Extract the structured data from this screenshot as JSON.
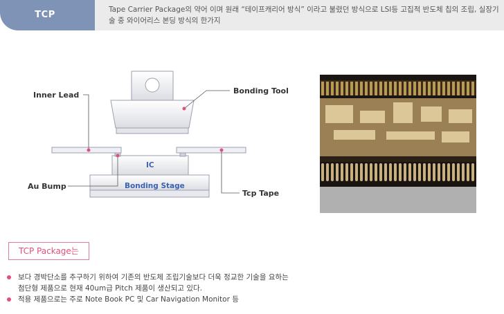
{
  "header": {
    "tab_label": "TCP",
    "description": "Tape Carrier Package의 약어 이며 원래 “테이프캐리어 방식” 이라고 불렸던 방식으로 LSI등 고집적 반도체 칩의 조립, 실장기술 중 와이어리스 본딩 방식의 한가지"
  },
  "diagram": {
    "inner_lead": "Inner Lead",
    "bonding_tool": "Bonding Tool",
    "ic": "IC",
    "au_bump": "Au Bump",
    "bonding_stage": "Bonding Stage",
    "tcp_tape": "Tcp Tape"
  },
  "section": {
    "title": "TCP Package는",
    "bullets": [
      "보다 경박단소를 추구하기 위하여 기존의 반도체 조립기술보다 더욱 정교한 기술을 요하는",
      "첨단형 제품으로 현재 40um급 Pitch 제품이 생산되고 있다.",
      "적용 제품으로는 주로 Note Book PC 및 Car Navigation Monitor 등"
    ]
  },
  "colors": {
    "tab": "#7f93b6",
    "accent": "#e0507a",
    "ic_text": "#3b62b0"
  }
}
